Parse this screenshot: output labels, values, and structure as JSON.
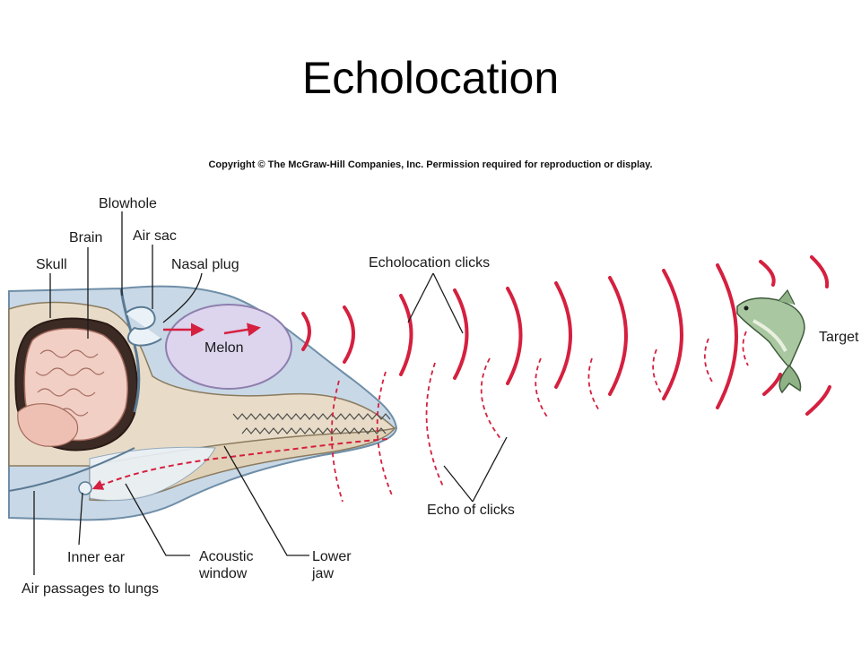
{
  "title": "Echolocation",
  "copyright": "Copyright © The McGraw-Hill Companies, Inc. Permission required for reproduction or display.",
  "labels": {
    "blowhole": "Blowhole",
    "brain": "Brain",
    "air_sac": "Air sac",
    "skull": "Skull",
    "nasal_plug": "Nasal plug",
    "melon": "Melon",
    "echolocation_clicks": "Echolocation clicks",
    "target": "Target",
    "echo_of_clicks": "Echo of clicks",
    "inner_ear": "Inner ear",
    "acoustic_window_1": "Acoustic",
    "acoustic_window_2": "window",
    "lower_jaw_1": "Lower",
    "lower_jaw_2": "jaw",
    "air_passages": "Air passages to lungs"
  },
  "colors": {
    "click_red": "#d5203f",
    "head_blue": "#c8d8e6",
    "bone_tan": "#e8dcc8",
    "melon_lavender": "#ddd4ee",
    "brain_pink": "#f1cfc4"
  }
}
